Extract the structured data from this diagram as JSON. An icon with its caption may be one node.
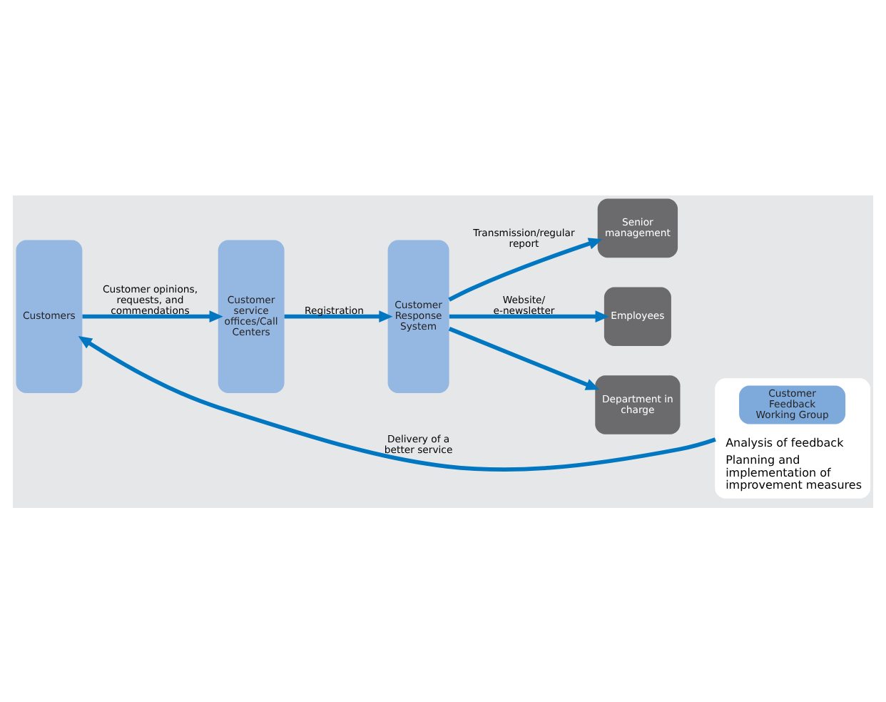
{
  "diagram": {
    "nodes": [
      {
        "text": [
          "Customers"
        ]
      },
      {
        "text": [
          "Customer service offices/Call Centers"
        ]
      },
      {
        "text": [
          "Customer Response System"
        ]
      },
      {
        "text": [
          "Senior management"
        ]
      },
      {
        "text": [
          "Employees"
        ]
      },
      {
        "text": [
          "Department in charge"
        ]
      },
      {
        "text": [
          "Analysis of feedback",
          "Planning and implementation of improvement measures"
        ]
      },
      {
        "text": [
          "Customer Feedback Working Group"
        ],
        "in": 6
      }
    ],
    "edges": [
      {
        "from": 0,
        "to": 1,
        "arrow": "to",
        "label": "Customer opinions, requests, and commendations"
      },
      {
        "from": 1,
        "to": 2,
        "arrow": "to",
        "label": "Registration"
      },
      {
        "from": 2,
        "to": 3,
        "arrow": "to",
        "label": "Transmission/regular report"
      },
      {
        "from": 2,
        "to": 4,
        "arrow": "to",
        "label": "Website/ e-newsletter"
      },
      {
        "from": 2,
        "to": 5,
        "arrow": "to"
      },
      {
        "from": 6,
        "to": 0,
        "arrow": "to",
        "label": "Delivery of a better service"
      }
    ]
  }
}
